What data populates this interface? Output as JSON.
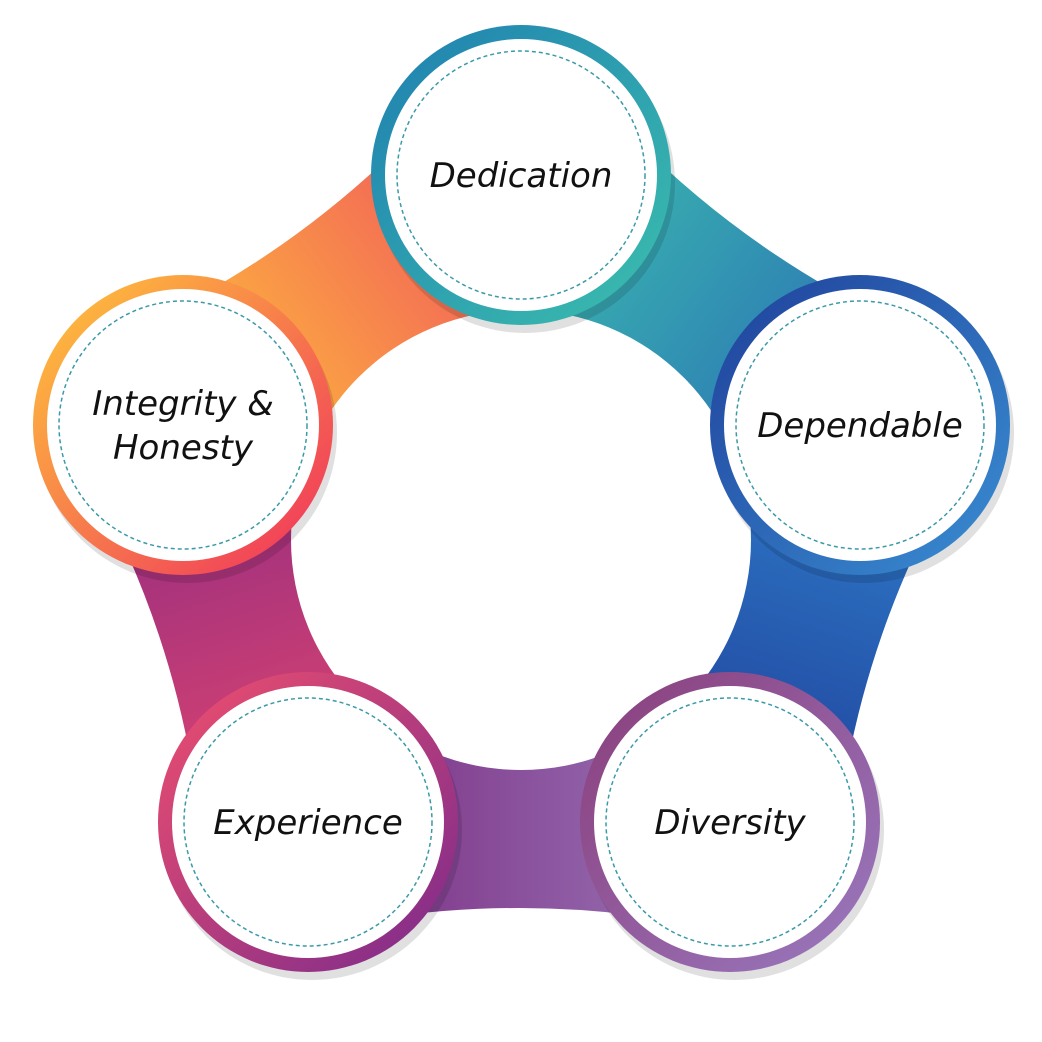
{
  "nodes": [
    {
      "id": "dedication",
      "lines": [
        "Dedication"
      ],
      "ring_start": "#1f7fb0",
      "ring_end": "#3cbfae"
    },
    {
      "id": "dependable",
      "lines": [
        "Dependable"
      ],
      "ring_start": "#1f3f9a",
      "ring_end": "#3a8fd3"
    },
    {
      "id": "diversity",
      "lines": [
        "Diversity"
      ],
      "ring_start": "#8a3d7a",
      "ring_end": "#9a7ac0"
    },
    {
      "id": "experience",
      "lines": [
        "Experience"
      ],
      "ring_start": "#ef4f6e",
      "ring_end": "#7a2a8c"
    },
    {
      "id": "integrity-honesty",
      "lines": [
        "Integrity &",
        "Honesty"
      ],
      "ring_start": "#ffc93a",
      "ring_end": "#ef2f5d"
    }
  ],
  "connectors": [
    {
      "from": "dedication",
      "to": "dependable",
      "color_start": "#3cbfae",
      "color_end": "#2a6fb5"
    },
    {
      "from": "dependable",
      "to": "diversity",
      "color_start": "#2f7fcc",
      "color_end": "#1f3f9a"
    },
    {
      "from": "diversity",
      "to": "experience",
      "color_start": "#9a78b8",
      "color_end": "#7a2a80"
    },
    {
      "from": "experience",
      "to": "integrity-honesty",
      "color_start": "#e2466e",
      "color_end": "#8c2a83"
    },
    {
      "from": "integrity-honesty",
      "to": "dedication",
      "color_start": "#ffc23a",
      "color_end": "#ef4f5e"
    }
  ],
  "colors": {
    "inner_fill": "#ffffff",
    "dashed_ring": "#3b9aa8",
    "text": "#111111"
  }
}
